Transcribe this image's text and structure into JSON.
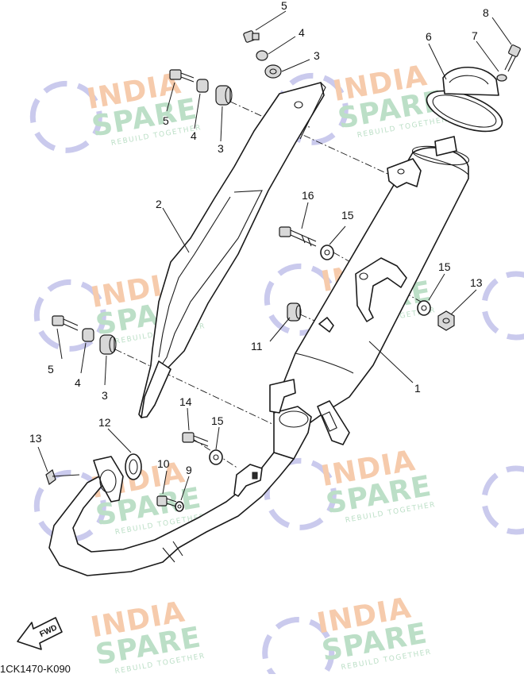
{
  "watermark": {
    "line1": "INDIA",
    "line2": "SPARE",
    "tagline": "REBUILD TOGETHER",
    "color_orange": "#f6c9a8",
    "color_green": "#b9dec4",
    "color_icon": "#c8c8ec"
  },
  "callouts": {
    "p1": "1",
    "p2": "2",
    "p3a": "3",
    "p3b": "3",
    "p3c": "3",
    "p4a": "4",
    "p4b": "4",
    "p4c": "4",
    "p5a": "5",
    "p5b": "5",
    "p5c": "5",
    "p6": "6",
    "p7": "7",
    "p8": "8",
    "p9": "9",
    "p10": "10",
    "p11": "11",
    "p12": "12",
    "p13a": "13",
    "p13b": "13",
    "p14": "14",
    "p15a": "15",
    "p15b": "15",
    "p15c": "15",
    "p16": "16"
  },
  "fwd_label": "FWD",
  "diagram_code": "1CK1470-K090"
}
